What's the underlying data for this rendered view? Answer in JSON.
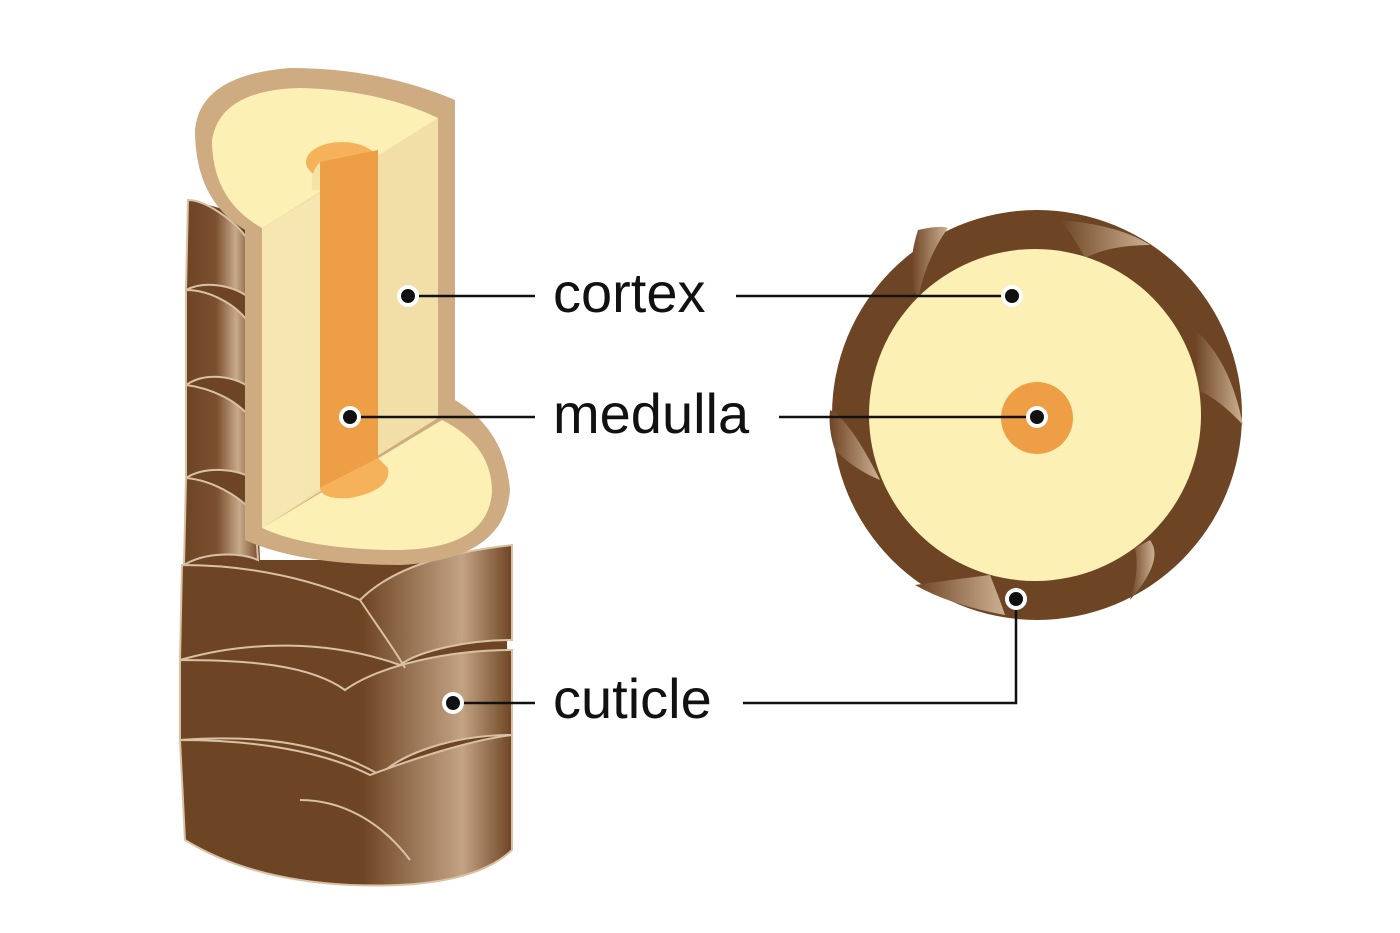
{
  "labels": {
    "cortex": "cortex",
    "medulla": "medulla",
    "cuticle": "cuticle"
  },
  "colors": {
    "cuticle_dark": "#6e4524",
    "cuticle_light": "#c9ab8b",
    "cortex_cream": "#fdf0b4",
    "cortex_face": "#f2dfa8",
    "cortex_rim": "#cfab82",
    "medulla_orange": "#ee9f45",
    "medulla_light": "#f6b25a",
    "line": "#111111"
  }
}
